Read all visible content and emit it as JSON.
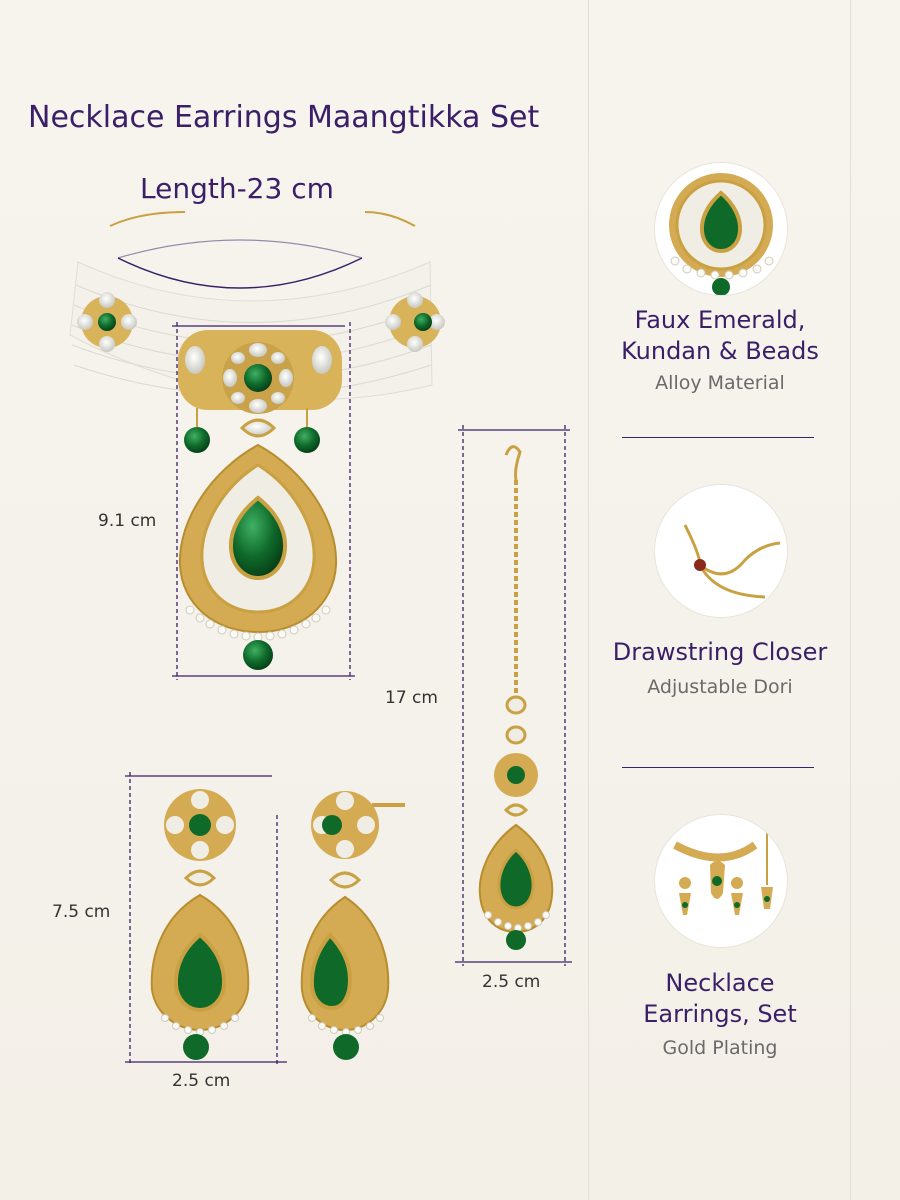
{
  "title": "Necklace Earrings Maangtikka Set",
  "length_label": "Length-23 cm",
  "dimensions": {
    "necklace_height": "9.1 cm",
    "tikka_length": "17 cm",
    "tikka_width": "2.5 cm",
    "earring_height": "7.5 cm",
    "earring_width": "2.5 cm"
  },
  "features": [
    {
      "title_line1": "Faux Emerald,",
      "title_line2": "Kundan & Beads",
      "subtitle": "Alloy Material",
      "icon": "pendant-closeup-icon"
    },
    {
      "title_line1": "Drawstring Closer",
      "title_line2": "",
      "subtitle": "Adjustable  Dori",
      "icon": "drawstring-icon"
    },
    {
      "title_line1": "Necklace",
      "title_line2": "Earrings, Set",
      "subtitle": "Gold Plating",
      "icon": "jewellery-set-icon"
    }
  ],
  "colors": {
    "text_purple": "#3a1f68",
    "emerald": "#0f6a2a",
    "gold": "#c9a042",
    "pearl": "#fbfbf6",
    "background": "#f6f3ec"
  }
}
